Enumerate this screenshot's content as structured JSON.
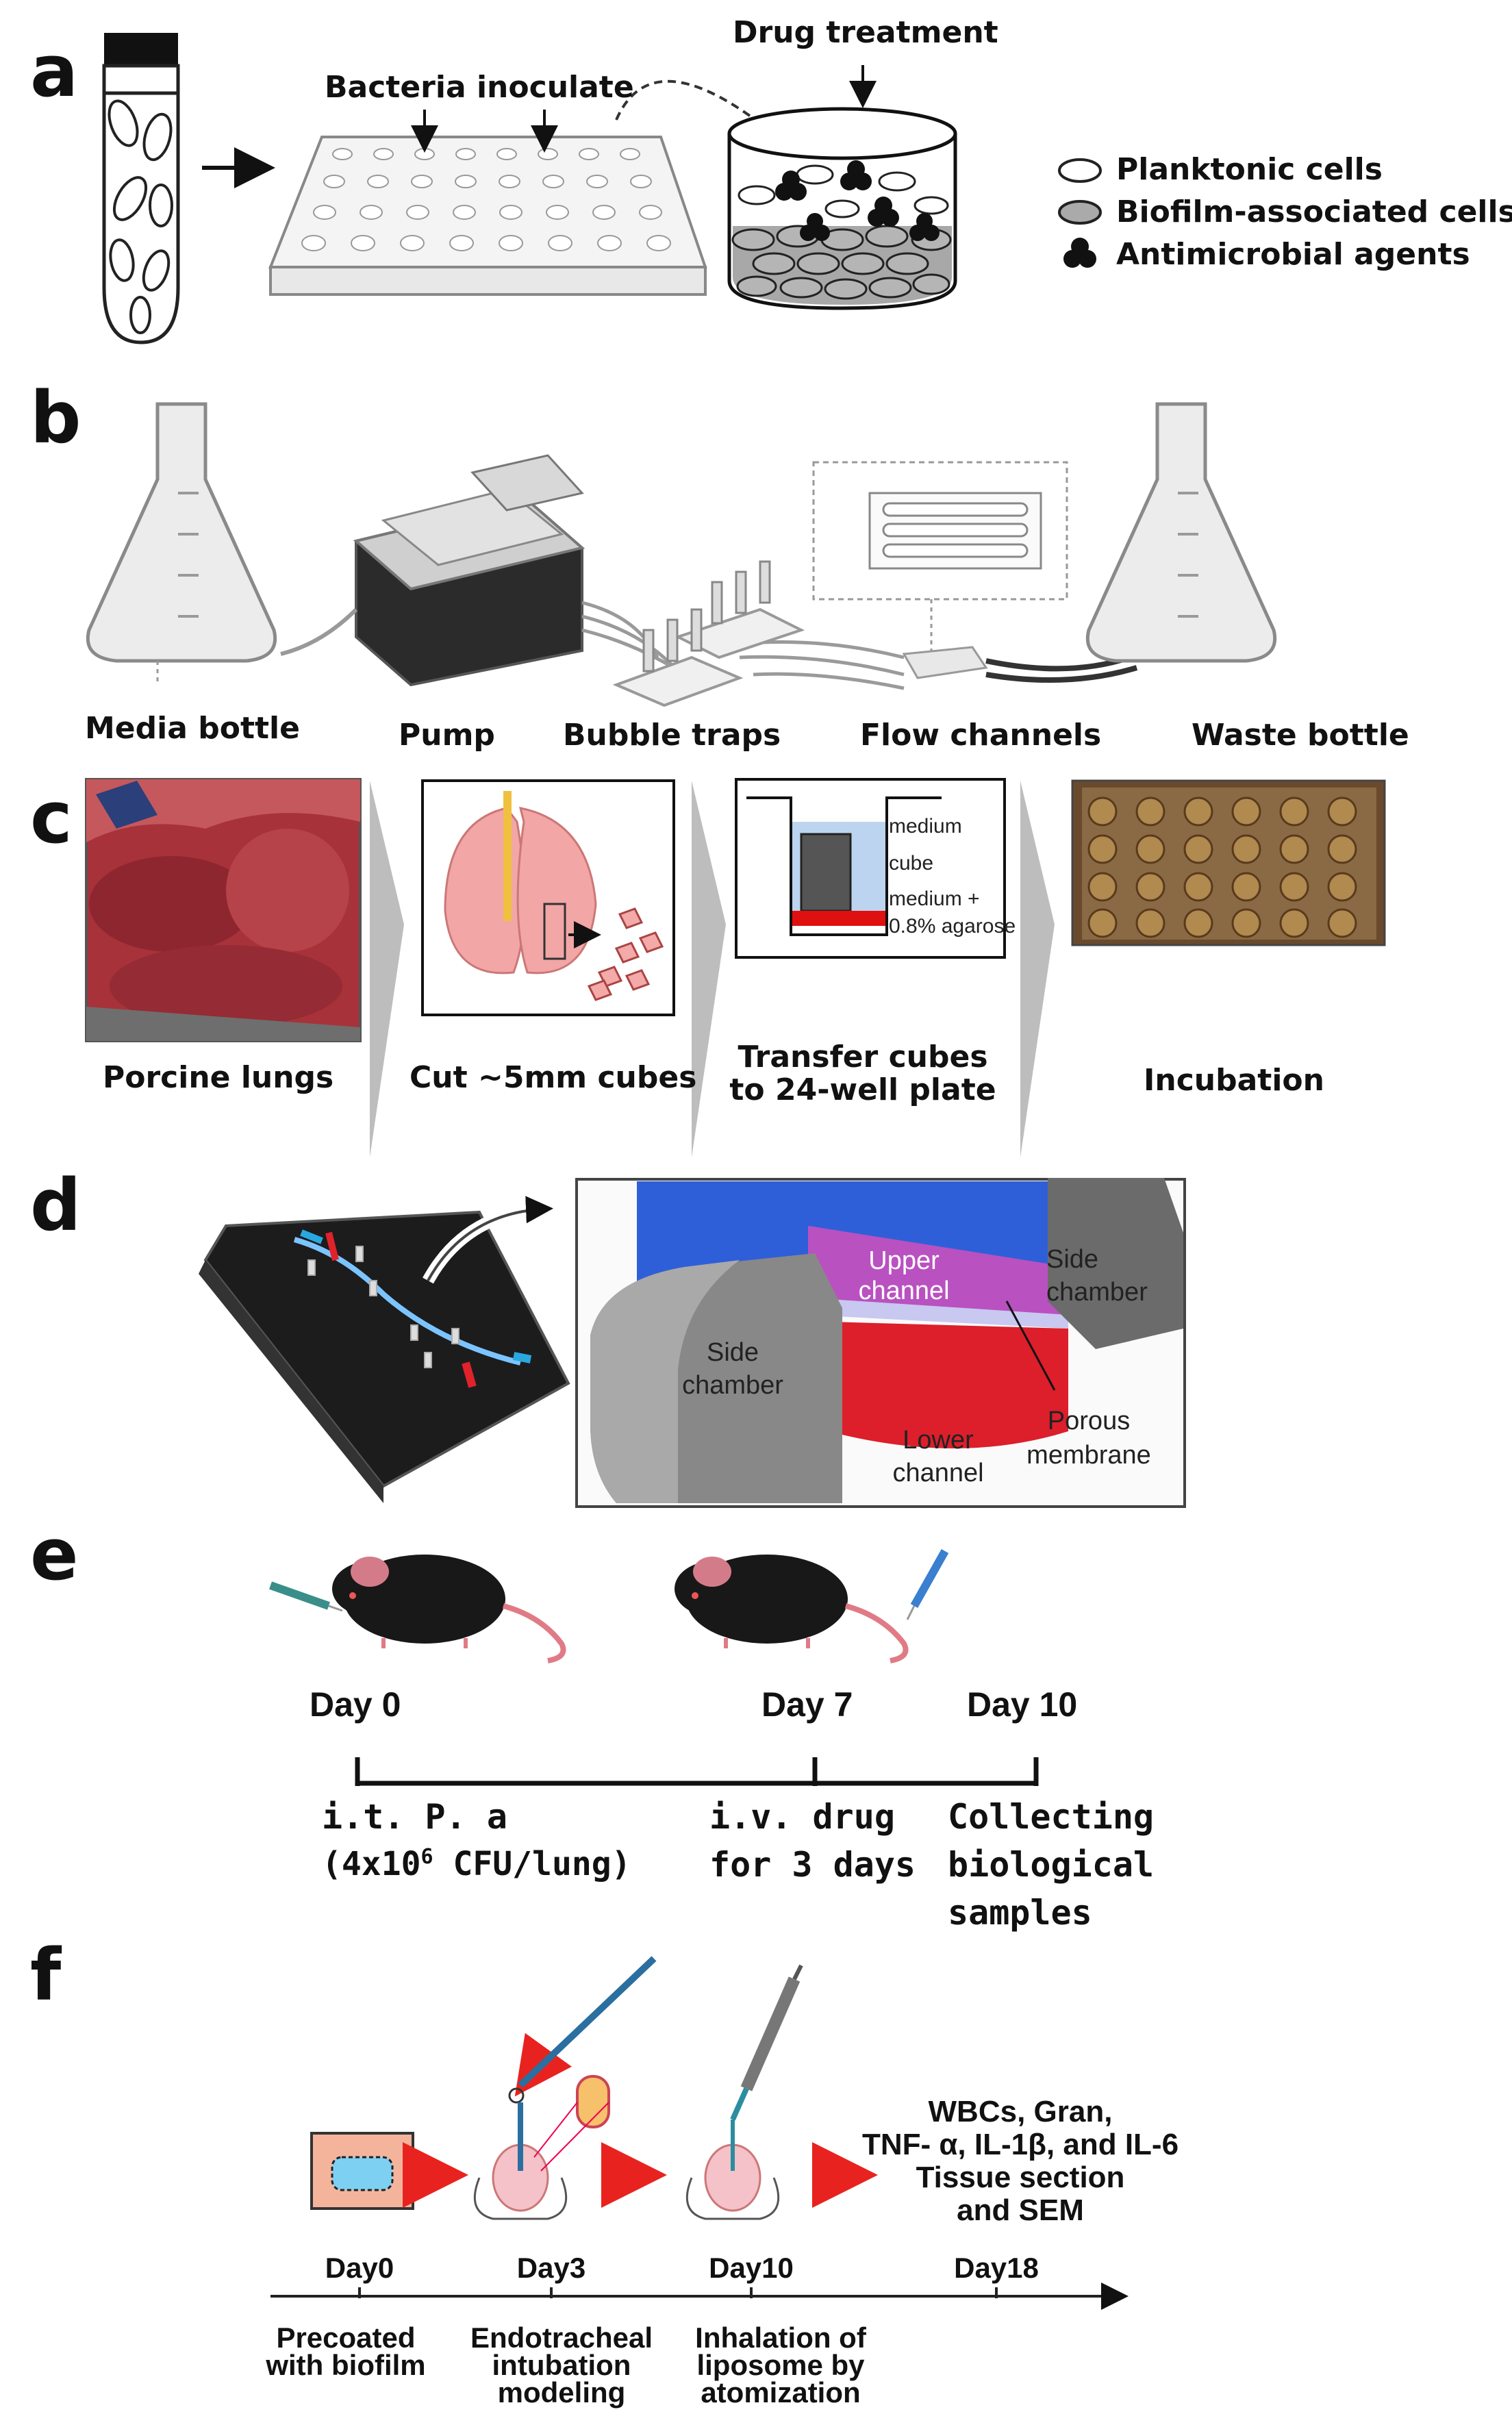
{
  "panels": {
    "a": {
      "letter": "a",
      "labels": {
        "drug_treatment": "Drug treatment",
        "bacteria_inoculate": "Bacteria inoculate"
      },
      "legend": [
        {
          "label": "Planktonic cells",
          "marker": "white-ellipse"
        },
        {
          "label": "Biofilm-associated cells",
          "marker": "gray-ellipse"
        },
        {
          "label": "Antimicrobial agents",
          "marker": "black-cluster"
        }
      ]
    },
    "b": {
      "letter": "b",
      "labels": {
        "media_bottle": "Media bottle",
        "pump": "Pump",
        "bubble_traps": "Bubble traps",
        "flow_channels": "Flow channels",
        "waste_bottle": "Waste bottle"
      }
    },
    "c": {
      "letter": "c",
      "labels": {
        "porcine_lungs": "Porcine lungs",
        "cut_cubes": "Cut ~5mm cubes",
        "transfer_line1": "Transfer cubes",
        "transfer_line2": "to 24-well plate",
        "incubation": "Incubation"
      },
      "inset": {
        "medium": "medium",
        "cube": "cube",
        "agarose_line1": "medium +",
        "agarose_line2": "0.8% agarose"
      }
    },
    "d": {
      "letter": "d",
      "labels": {
        "upper_channel_1": "Upper",
        "upper_channel_2": "channel",
        "side_chamber_right_1": "Side",
        "side_chamber_right_2": "chamber",
        "side_chamber_left_1": "Side",
        "side_chamber_left_2": "chamber",
        "porous_1": "Porous",
        "porous_2": "membrane",
        "lower_1": "Lower",
        "lower_2": "channel"
      }
    },
    "e": {
      "letter": "e",
      "days": [
        "Day 0",
        "Day 7",
        "Day 10"
      ],
      "steps": {
        "s0_line1": "i.t. P. a",
        "s0_line2_pre": "(4x10",
        "s0_line2_sup": "6",
        "s0_line2_post": " CFU/lung)",
        "s1_line1": "i.v. drug",
        "s1_line2": "for 3 days",
        "s2_line1": "Collecting",
        "s2_line2": "biological",
        "s2_line3": "samples"
      }
    },
    "f": {
      "letter": "f",
      "days": [
        "Day0",
        "Day3",
        "Day10",
        "Day18"
      ],
      "readouts": [
        "WBCs, Gran,",
        "TNF- α, IL-1β, and IL-6",
        "Tissue section",
        "and SEM"
      ],
      "steps": {
        "s0_line1": "Precoated",
        "s0_line2": "with biofilm",
        "s1_line1": "Endotracheal",
        "s1_line2": "intubation",
        "s1_line3": "modeling",
        "s2_line1": "Inhalation of",
        "s2_line2": "liposome by",
        "s2_line3": "atomization"
      }
    }
  },
  "colors": {
    "arrow_red": "#e8231f",
    "lung_pink": "#f2a6a6",
    "chip_blue": "#2f7ff5",
    "chip_red": "#e0222b",
    "agarose_red": "#e01010",
    "meat_red": "#a8323a"
  }
}
